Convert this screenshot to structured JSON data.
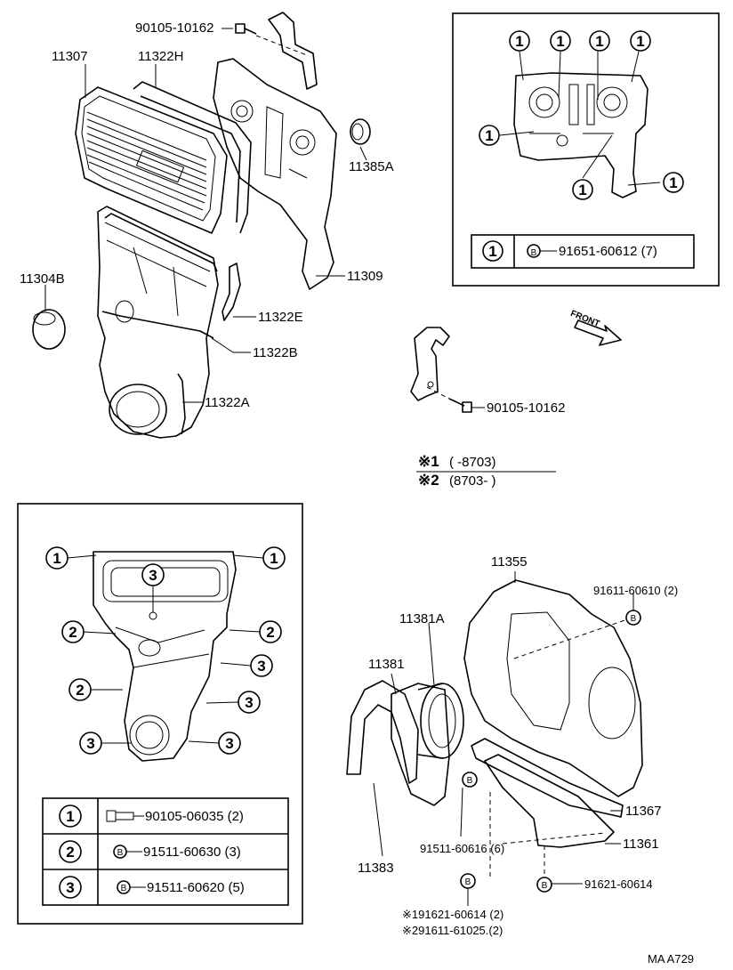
{
  "labels": {
    "bolt_top": "90105-10162",
    "cover_11307": "11307",
    "gasket_11322H": "11322H",
    "plate_11385A": "11385A",
    "plug_11304B": "11304B",
    "plate_11309": "11309",
    "gasket_11322E": "11322E",
    "gasket_11322B": "11322B",
    "gasket_11322A": "11322A",
    "bolt_mid": "90105-10162",
    "front_arrow": "FRONT",
    "plate_11355": "11355",
    "bolt_91611_60610": "91611-60610 (2)",
    "seal_11381A": "11381A",
    "retainer_11381": "11381",
    "gasket_11367": "11367",
    "gasket_11361": "11361",
    "gasket_11383": "11383",
    "bolt_91511_60616": "91511-60616 (6)",
    "bolt_91621_60614": "91621-60614",
    "code_ref": "MA  A729"
  },
  "legend_top_right": {
    "marker": "1",
    "b_marker": "B",
    "part": "91651-60612 (7)"
  },
  "legend_bottom_left": {
    "rows": [
      {
        "marker": "1",
        "part": "90105-06035 (2)"
      },
      {
        "marker": "2",
        "part": "91511-60630 (3)",
        "b_marker": "B"
      },
      {
        "marker": "3",
        "part": "91511-60620 (5)",
        "b_marker": "B"
      }
    ]
  },
  "period_notes": {
    "note1_mark": "※1",
    "note1_text": "(        -8703)",
    "note2_mark": "※2",
    "note2_text": "(8703-        )"
  },
  "footnotes": {
    "line1": "※191621-60614 (2)",
    "line2": "※291611-61025.(2)"
  },
  "b_marker": "B",
  "markers": {
    "one": "1",
    "two": "2",
    "three": "3"
  }
}
